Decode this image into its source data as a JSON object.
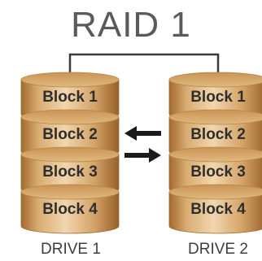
{
  "diagram": {
    "title": "RAID 1",
    "drives": [
      {
        "label": "DRIVE 1",
        "blocks": [
          "Block 1",
          "Block 2",
          "Block 3",
          "Block 4"
        ]
      },
      {
        "label": "DRIVE 2",
        "blocks": [
          "Block 1",
          "Block 2",
          "Block 3",
          "Block 4"
        ]
      }
    ],
    "arrows": [
      "left",
      "right"
    ],
    "colors": {
      "disk_light": "#e8c79a",
      "disk_mid": "#c99455",
      "disk_dark": "#8f5a24",
      "disk_top": "#d6a86b",
      "connector": "#3a3a3a",
      "arrow": "#1a1a1a"
    }
  }
}
